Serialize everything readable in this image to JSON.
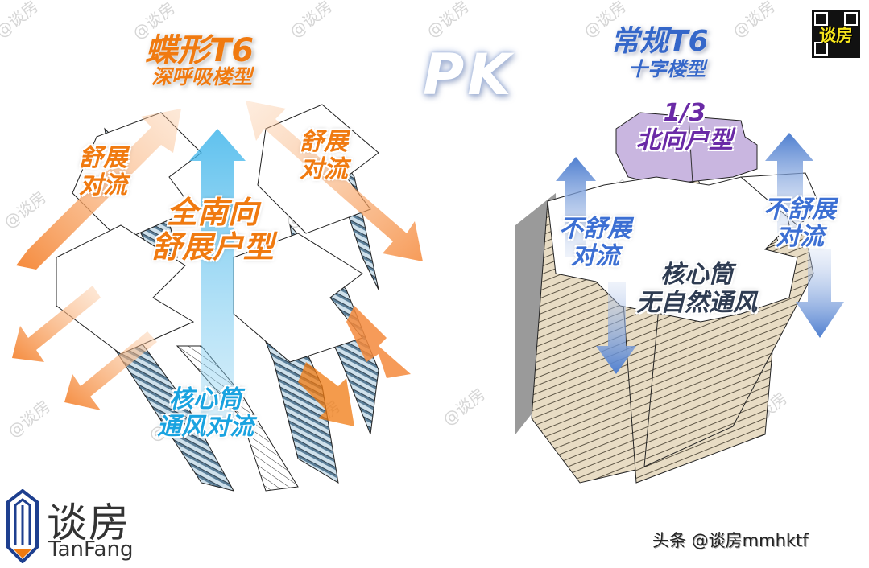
{
  "watermark": "@谈房",
  "left_panel": {
    "title": "蝶形T6",
    "subtitle": "深呼吸楼型",
    "labels": {
      "top_left": [
        "舒展",
        "对流"
      ],
      "top_right": [
        "舒展",
        "对流"
      ],
      "center": [
        "全南向",
        "舒展户型"
      ],
      "bottom": [
        "核心筒",
        "通风对流"
      ]
    },
    "colors": {
      "title": "#f07a10",
      "arrow": "#f58a3c",
      "core_arrow": "#3bb6ec",
      "glass": "#8fb6cf"
    }
  },
  "versus": {
    "label": "PK"
  },
  "right_panel": {
    "title": "常规T6",
    "subtitle": "十字楼型",
    "labels": {
      "north": [
        "1/3",
        "北向户型"
      ],
      "left": [
        "不舒展",
        "对流"
      ],
      "right": [
        "不舒展",
        "对流"
      ],
      "core": [
        "核心筒",
        "无自然通风"
      ]
    },
    "colors": {
      "title": "#3567c9",
      "arrow": "#4f7fd0",
      "north_units": "#c9b6e0",
      "facade": "#e8dcc4"
    }
  },
  "qr_badge": {
    "label": "谈房"
  },
  "logo": {
    "name_cn": "谈房",
    "name_en": "TanFang",
    "colors": {
      "blue": "#1e3f8f",
      "orange": "#f07a10"
    }
  },
  "credit": {
    "text": "头条 @谈房mmhktf"
  }
}
